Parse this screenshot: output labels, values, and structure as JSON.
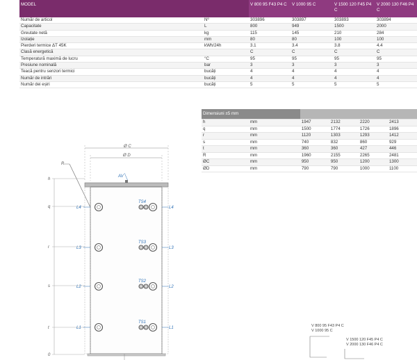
{
  "specs": {
    "header": [
      "MODEL",
      "",
      "V 800 95 F43 P4 C",
      "V 1000 95 C",
      "V 1500 120 F45 P4 C",
      "V 2000 130 F46 P4 C"
    ],
    "rows": [
      {
        "label": "Număr de articol",
        "unit": "Nº",
        "v": [
          "303896",
          "303897",
          "303893",
          "303894"
        ]
      },
      {
        "label": "Capacitate",
        "unit": "L",
        "v": [
          "800",
          "949",
          "1500",
          "2000"
        ]
      },
      {
        "label": "Greutate netă",
        "unit": "kg",
        "v": [
          "115",
          "145",
          "210",
          "284"
        ]
      },
      {
        "label": "Izolație",
        "unit": "mm",
        "v": [
          "80",
          "80",
          "100",
          "100"
        ]
      },
      {
        "label": "Pierderi termice  ΔT 45K",
        "unit": "kWh/24h",
        "v": [
          "3.1",
          "3.4",
          "3.8",
          "4.4"
        ]
      },
      {
        "label": "Clasă energetică",
        "unit": "",
        "v": [
          "C",
          "C",
          "C",
          "C"
        ]
      },
      {
        "label": "Temperatură maximă de lucru",
        "unit": "°C",
        "v": [
          "95",
          "95",
          "95",
          "95"
        ]
      },
      {
        "label": "Presiune nominală",
        "unit": "bar",
        "v": [
          "3",
          "3",
          "3",
          "3"
        ]
      },
      {
        "label": "Teacă pentru senzori termici",
        "unit": "bucăți",
        "v": [
          "4",
          "4",
          "4",
          "4"
        ]
      },
      {
        "label": "Număr de intrări",
        "unit": "bucăți",
        "v": [
          "4",
          "4",
          "4",
          "4"
        ]
      },
      {
        "label": "Număr dei eșiri",
        "unit": "bucăți",
        "v": [
          "5",
          "5",
          "5",
          "5"
        ]
      }
    ]
  },
  "dimensions": {
    "header": "Dimensiuni ±5 mm",
    "rows": [
      {
        "sym": "h",
        "unit": "mm",
        "v": [
          "1947",
          "2132",
          "2220",
          "2413"
        ]
      },
      {
        "sym": "q",
        "unit": "mm",
        "v": [
          "1500",
          "1774",
          "1726",
          "1896"
        ]
      },
      {
        "sym": "r",
        "unit": "mm",
        "v": [
          "1120",
          "1303",
          "1293",
          "1412"
        ]
      },
      {
        "sym": "s",
        "unit": "mm",
        "v": [
          "740",
          "832",
          "860",
          "929"
        ]
      },
      {
        "sym": "t",
        "unit": "mm",
        "v": [
          "360",
          "360",
          "427",
          "446"
        ]
      },
      {
        "sym": "R",
        "unit": "mm",
        "v": [
          "1960",
          "2155",
          "2265",
          "2481"
        ]
      },
      {
        "sym": "ØC",
        "unit": "mm",
        "v": [
          "950",
          "950",
          "1200",
          "1300"
        ]
      },
      {
        "sym": "ØD",
        "unit": "mm",
        "v": [
          "790",
          "790",
          "1000",
          "1100"
        ]
      }
    ]
  },
  "drawing": {
    "dim_c": "Ø C",
    "dim_d": "Ø D",
    "r": "R",
    "av": "AV",
    "heights": [
      "h",
      "q",
      "r",
      "s",
      "t",
      "0"
    ],
    "ports_left": [
      "L4",
      "L3",
      "L2",
      "L1"
    ],
    "ports_right": [
      "L4",
      "L3",
      "L2",
      "L1"
    ],
    "sensors": [
      "TS4",
      "TS3",
      "TS2",
      "TS1"
    ]
  },
  "height_notes": {
    "a1": "V 800 95 F43 P4 C",
    "a2": "V 1000 95 C",
    "b1": "V 1500 120 F45 P4 C",
    "b2": "V 2000 130 F46 P4 C"
  }
}
